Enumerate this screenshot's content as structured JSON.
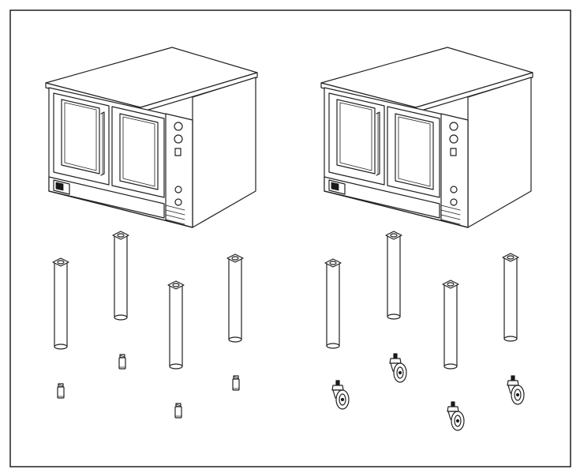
{
  "figure": {
    "panels": [
      {
        "name": "oven-with-legs-and-feet",
        "accessory": "adjustable-foot"
      },
      {
        "name": "oven-with-legs-and-casters",
        "accessory": "caster"
      }
    ],
    "colors": {
      "line": "#222222",
      "fill": "#ffffff",
      "accent": "#1a1a1a"
    }
  }
}
